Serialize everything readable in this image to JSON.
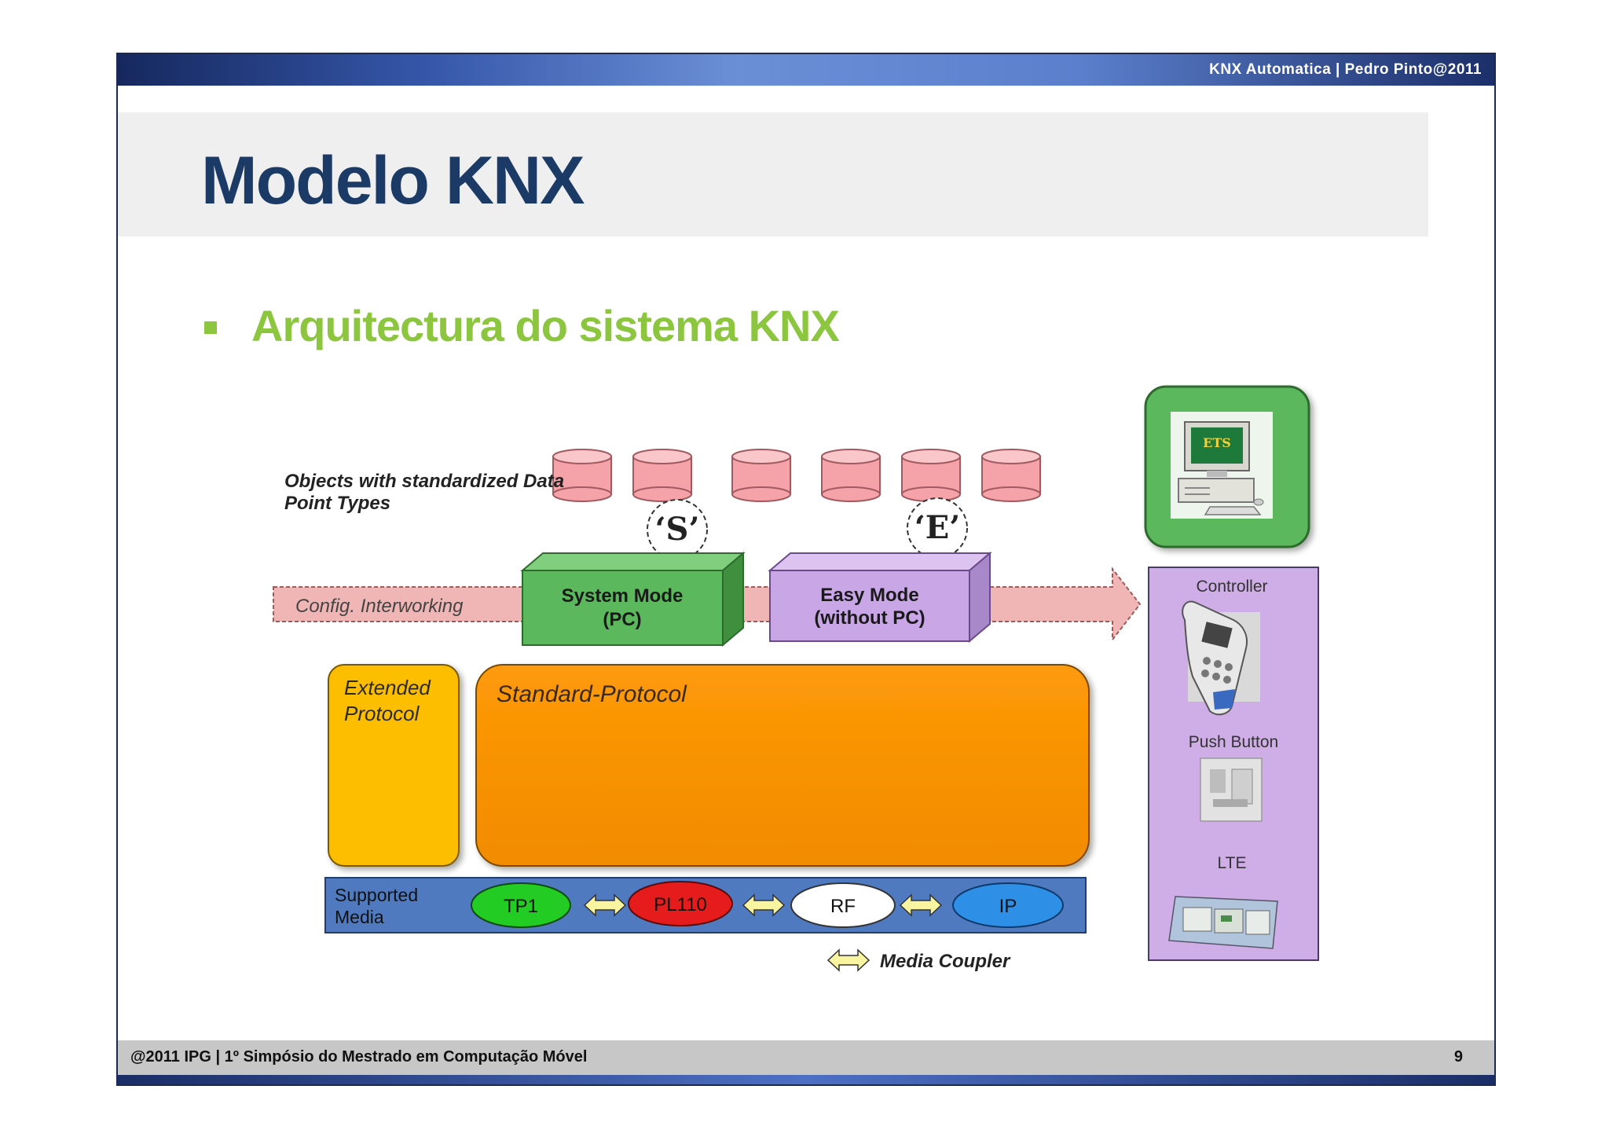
{
  "header": {
    "source": "KNX Automatica | Pedro Pinto@2011"
  },
  "title": "Modelo KNX",
  "bullet": "Arquitectura do sistema KNX",
  "diagram": {
    "objects_label_line1": "Objects with standardized Data",
    "objects_label_line2": "Point Types",
    "s_label": "‘S’",
    "e_label": "‘E’",
    "config_label": "Config. Interworking",
    "system_mode_line1": "System Mode",
    "system_mode_line2": "(PC)",
    "easy_mode_line1": "Easy Mode",
    "easy_mode_line2": "(without PC)",
    "extended_line1": "Extended",
    "extended_line2": "Protocol",
    "standard_protocol": "Standard-Protocol",
    "supported_line1": "Supported",
    "supported_line2": "Media",
    "media": [
      "TP1",
      "PL110",
      "RF",
      "IP"
    ],
    "media_coupler": "Media Coupler",
    "ets_label": "ETS",
    "controller": "Controller",
    "push_button": "Push Button",
    "lte": "LTE"
  },
  "colors": {
    "datapoint_fill": "#f5a3a8",
    "system_mode": "#5cb85c",
    "easy_mode": "#c9a6e6",
    "extended": "#fdbe00",
    "standard": "#fd9300",
    "media_bar": "#4f7ac0",
    "tp1": "#22cc22",
    "pl110": "#e61c1c",
    "rf": "#ffffff",
    "ip": "#2d8fe6",
    "devices_panel": "#cfaee8",
    "ets_box": "#5cb85c"
  },
  "footer": {
    "left": "@2011 IPG | 1º Simpósio do Mestrado em Computação Móvel",
    "page": "9"
  }
}
